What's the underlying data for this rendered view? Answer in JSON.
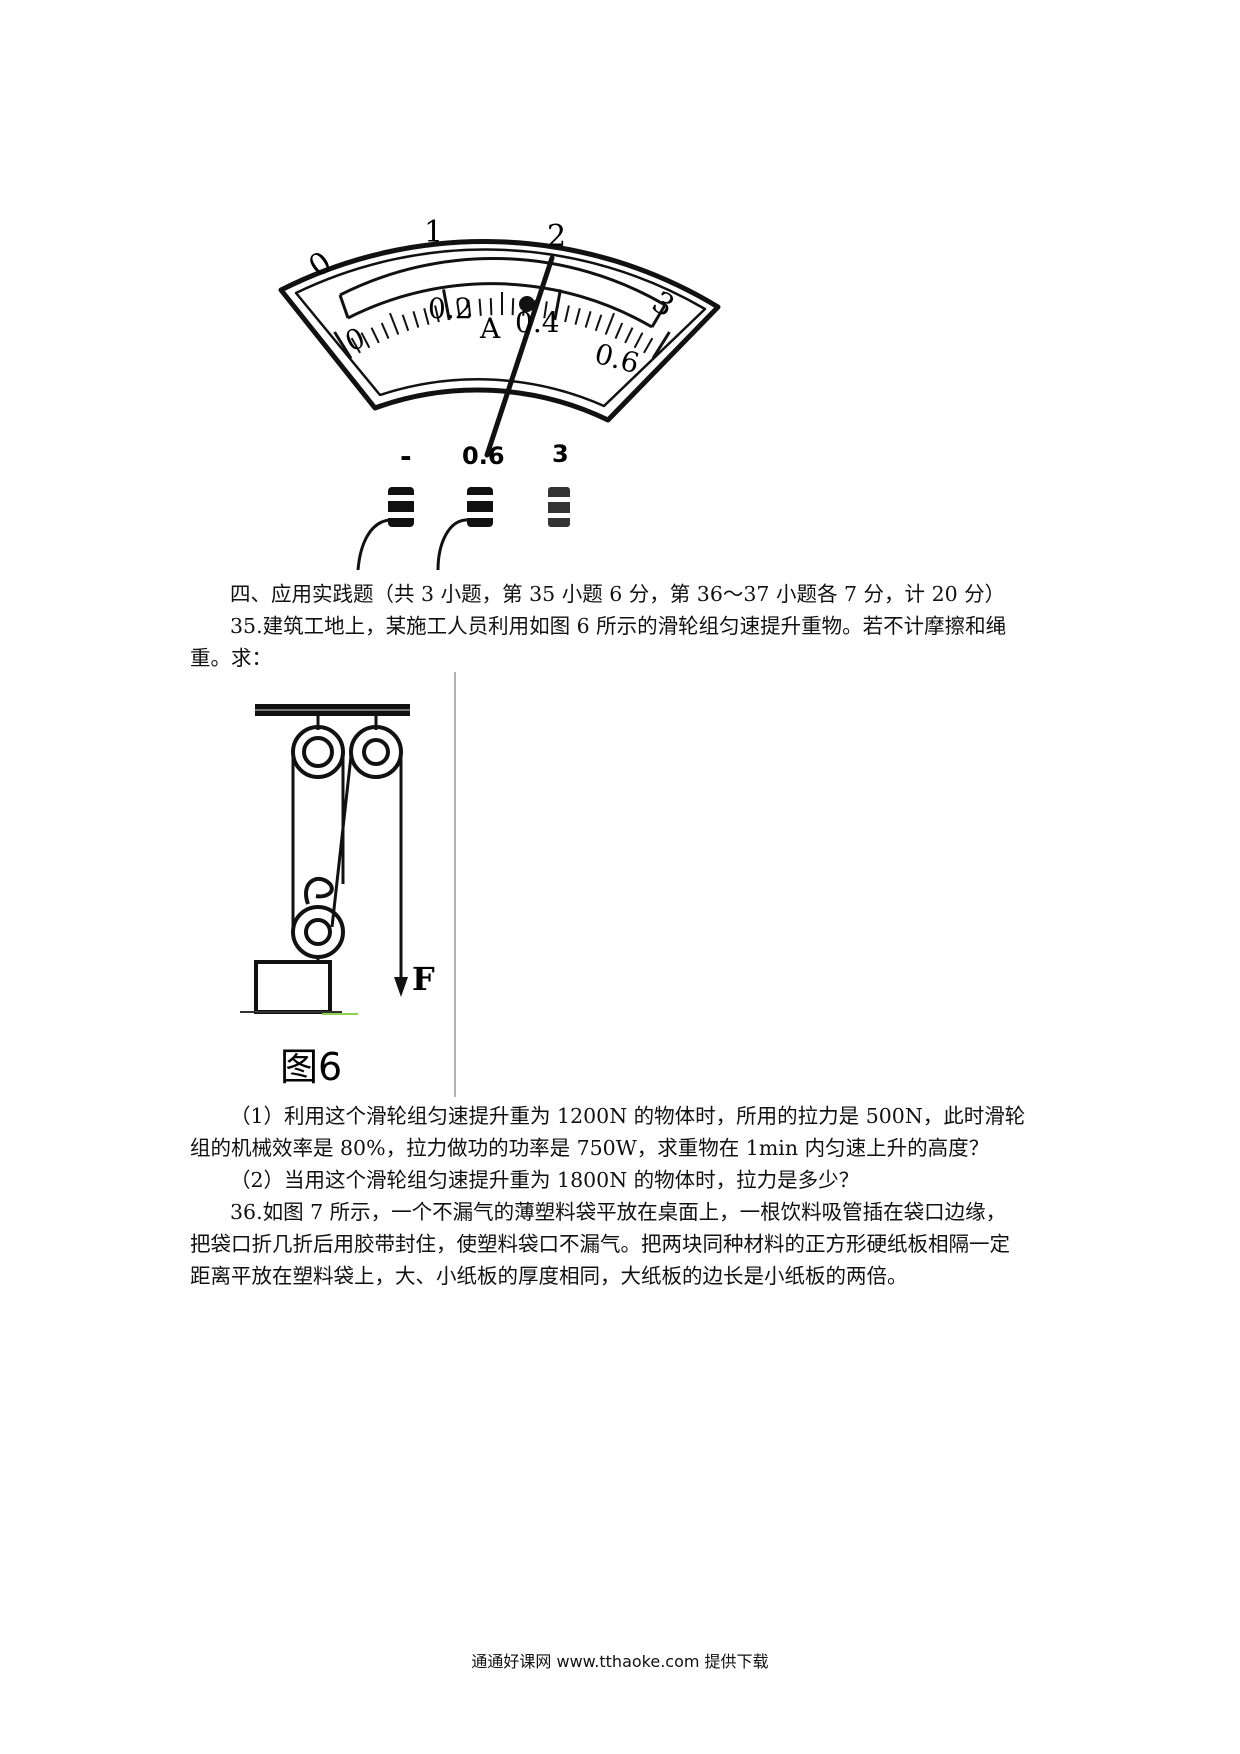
{
  "ammeter": {
    "upper_scale": [
      "0",
      "1",
      "2",
      "3"
    ],
    "lower_scale": [
      "0",
      "0.2",
      "0.4",
      "0.6"
    ],
    "unit": "A",
    "terminals": [
      "-",
      "0.6",
      "3"
    ]
  },
  "section_heading": "四、应用实践题（共 3 小题，第 35 小题 6 分，第 36～37 小题各 7 分，计 20 分）",
  "q35": {
    "line1": "35.建筑工地上，某施工人员利用如图 6 所示的滑轮组匀速提升重物。若不计摩擦和绳",
    "line2": "重。求："
  },
  "figure6": {
    "force_label": "F",
    "caption": "图6"
  },
  "q35_parts": {
    "p1_line1": "（1）利用这个滑轮组匀速提升重为 1200N 的物体时，所用的拉力是 500N，此时滑轮",
    "p1_line2": "组的机械效率是 80%，拉力做功的功率是 750W，求重物在 1min 内匀速上升的高度？",
    "p2": "（2）当用这个滑轮组匀速提升重为 1800N 的物体时，拉力是多少？"
  },
  "q36": {
    "line1": "36.如图 7 所示，一个不漏气的薄塑料袋平放在桌面上，一根饮料吸管插在袋口边缘，",
    "line2": "把袋口折几折后用胶带封住，使塑料袋口不漏气。把两块同种材料的正方形硬纸板相隔一定",
    "line3": "距离平放在塑料袋上，大、小纸板的厚度相同，大纸板的边长是小纸板的两倍。"
  },
  "footer": "通通好课网  www.tthaoke.com  提供下载"
}
